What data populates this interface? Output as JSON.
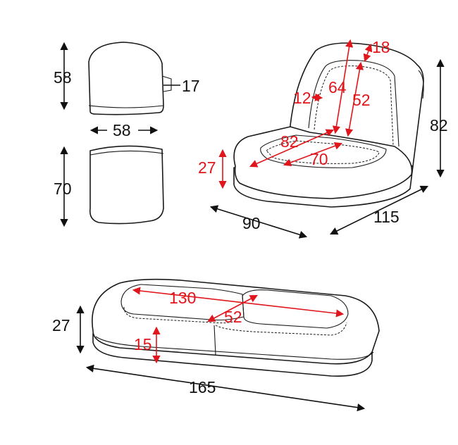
{
  "accent_colors": {
    "dimension_black": "#111111",
    "dimension_red": "#e0161c"
  },
  "labels": {
    "backrest_height": "58",
    "backrest_thickness": "17",
    "backrest_width": "58",
    "seat_depth": "70",
    "chair_height": "82",
    "back_pad_top": "18",
    "back_pad_edge": "12",
    "back_pad_height": "64",
    "back_pad_inner": "52",
    "seat_pad_width": "82",
    "seat_pad_inner": "70",
    "seat_height": "27",
    "chair_depth": "90",
    "chair_width": "115",
    "bed_pad_length": "130",
    "bed_pad_width": "52",
    "bed_height": "27",
    "bed_pad_thickness": "15",
    "bed_length": "165"
  }
}
